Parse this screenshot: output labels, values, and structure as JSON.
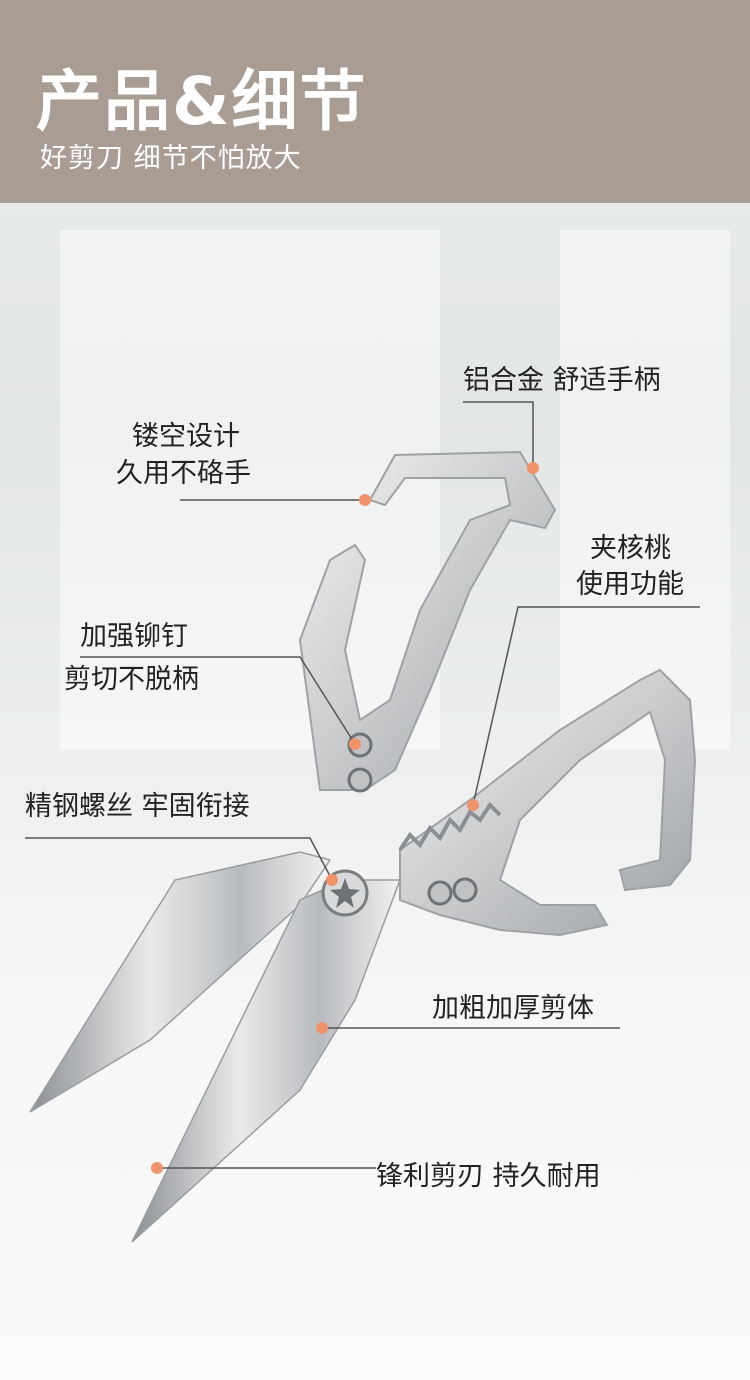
{
  "header": {
    "title": "产品&细节",
    "subtitle": "好剪刀 细节不怕放大"
  },
  "callouts": {
    "handle": "铝合金 舒适手柄",
    "hollow_1": "镂空设计",
    "hollow_2": "久用不硌手",
    "walnut_1": "夹核桃",
    "walnut_2": "使用功能",
    "rivet_1": "加强铆钉",
    "rivet_2": "剪切不脱柄",
    "screw": "精钢螺丝 牢固衔接",
    "body": "加粗加厚剪体",
    "edge": "锋利剪刃 持久耐用"
  },
  "colors": {
    "header": "#a89c93",
    "dot": "#f0936a",
    "line": "#555555"
  }
}
